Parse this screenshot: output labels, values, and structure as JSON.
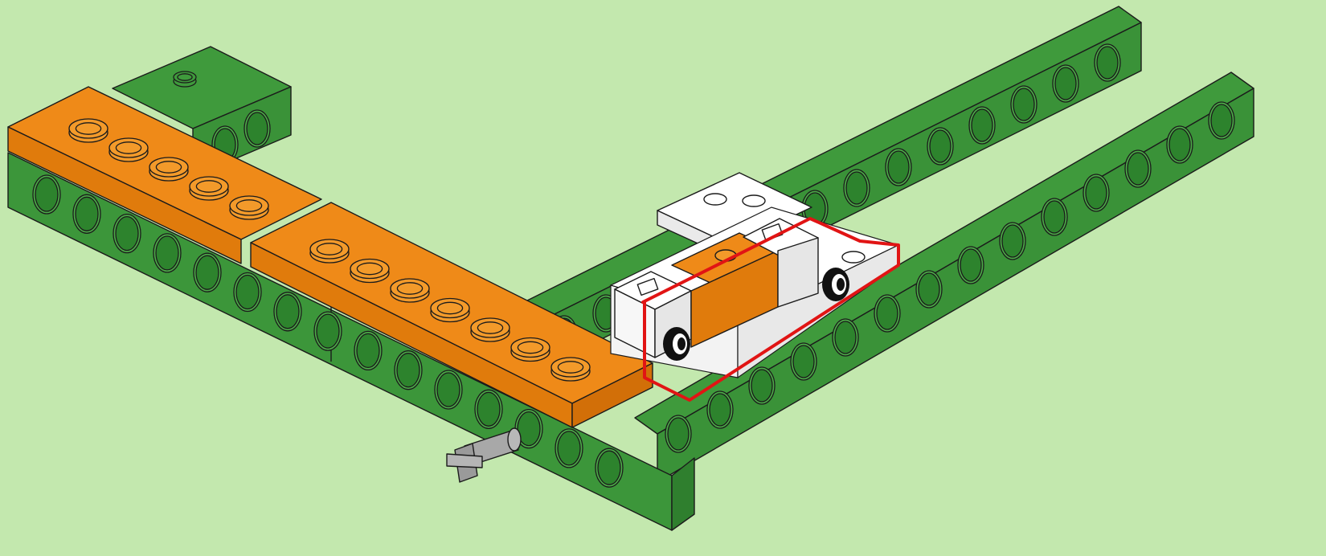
{
  "scene": {
    "description_visible_text": "",
    "colors": {
      "background": "#c3e8ae",
      "beam_top": "#3f9a3c",
      "beam_front": "#3c963a",
      "beam_side": "#2f7f2e",
      "hole": "#2d832d",
      "hole_rim": "#4cab48",
      "plate_top": "#ef8a18",
      "plate_front": "#e07b0c",
      "stud": "#f39a2a",
      "white_part": "#ffffff",
      "white_shade": "#e3e3e3",
      "highlight": "#e11414",
      "axle": "#a8a8a8",
      "outline": "#1b1b1b"
    },
    "parts": [
      {
        "name": "left-technic-beam",
        "icon": "technic-beam-icon"
      },
      {
        "name": "back-short-technic-beam",
        "icon": "technic-beam-icon"
      },
      {
        "name": "upper-long-technic-beam",
        "icon": "technic-beam-icon"
      },
      {
        "name": "lower-long-technic-beam",
        "icon": "technic-beam-icon"
      },
      {
        "name": "orange-plate-1x6",
        "icon": "plate-icon",
        "studs": 5
      },
      {
        "name": "orange-plate-1x8",
        "icon": "plate-icon",
        "studs": 7
      },
      {
        "name": "highlighted-new-assembly",
        "icon": "white-brick-with-pin-holes-icon",
        "highlighted": true
      },
      {
        "name": "gray-axle",
        "icon": "axle-icon"
      }
    ]
  }
}
